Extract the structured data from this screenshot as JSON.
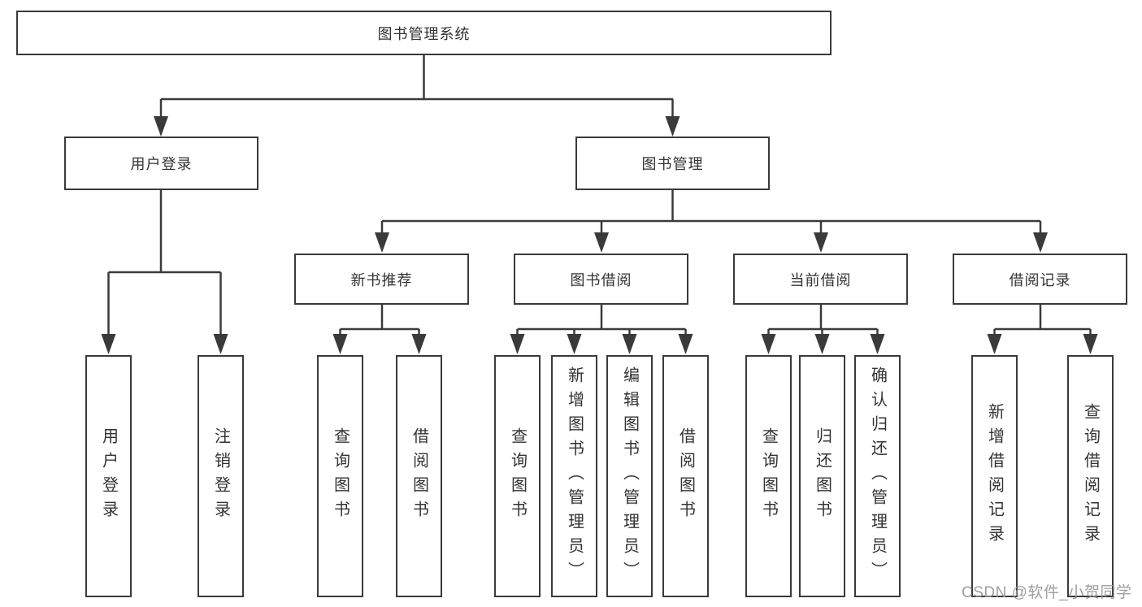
{
  "diagram_title": "图书管理系统",
  "tree": {
    "label": "图书管理系统",
    "children": [
      {
        "label": "用户登录",
        "children": [
          {
            "label": "用户登录"
          },
          {
            "label": "注销登录"
          }
        ]
      },
      {
        "label": "图书管理",
        "children": [
          {
            "label": "新书推荐",
            "children": [
              {
                "label": "查询图书"
              },
              {
                "label": "借阅图书"
              }
            ]
          },
          {
            "label": "图书借阅",
            "children": [
              {
                "label": "查询图书"
              },
              {
                "label": "新增图书（管理员）"
              },
              {
                "label": "编辑图书（管理员）"
              },
              {
                "label": "借阅图书"
              }
            ]
          },
          {
            "label": "当前借阅",
            "children": [
              {
                "label": "查询图书"
              },
              {
                "label": "归还图书"
              },
              {
                "label": "确认归还（管理员）"
              }
            ]
          },
          {
            "label": "借阅记录",
            "children": [
              {
                "label": "新增借阅记录"
              },
              {
                "label": "查询借阅记录"
              }
            ]
          }
        ]
      }
    ]
  },
  "watermark": "CSDN @软件_小贺同学",
  "colors": {
    "line": "#3a3a3a",
    "box_border": "#3a3a3a",
    "text": "#333333",
    "watermark": "#969696",
    "background": "#ffffff"
  }
}
